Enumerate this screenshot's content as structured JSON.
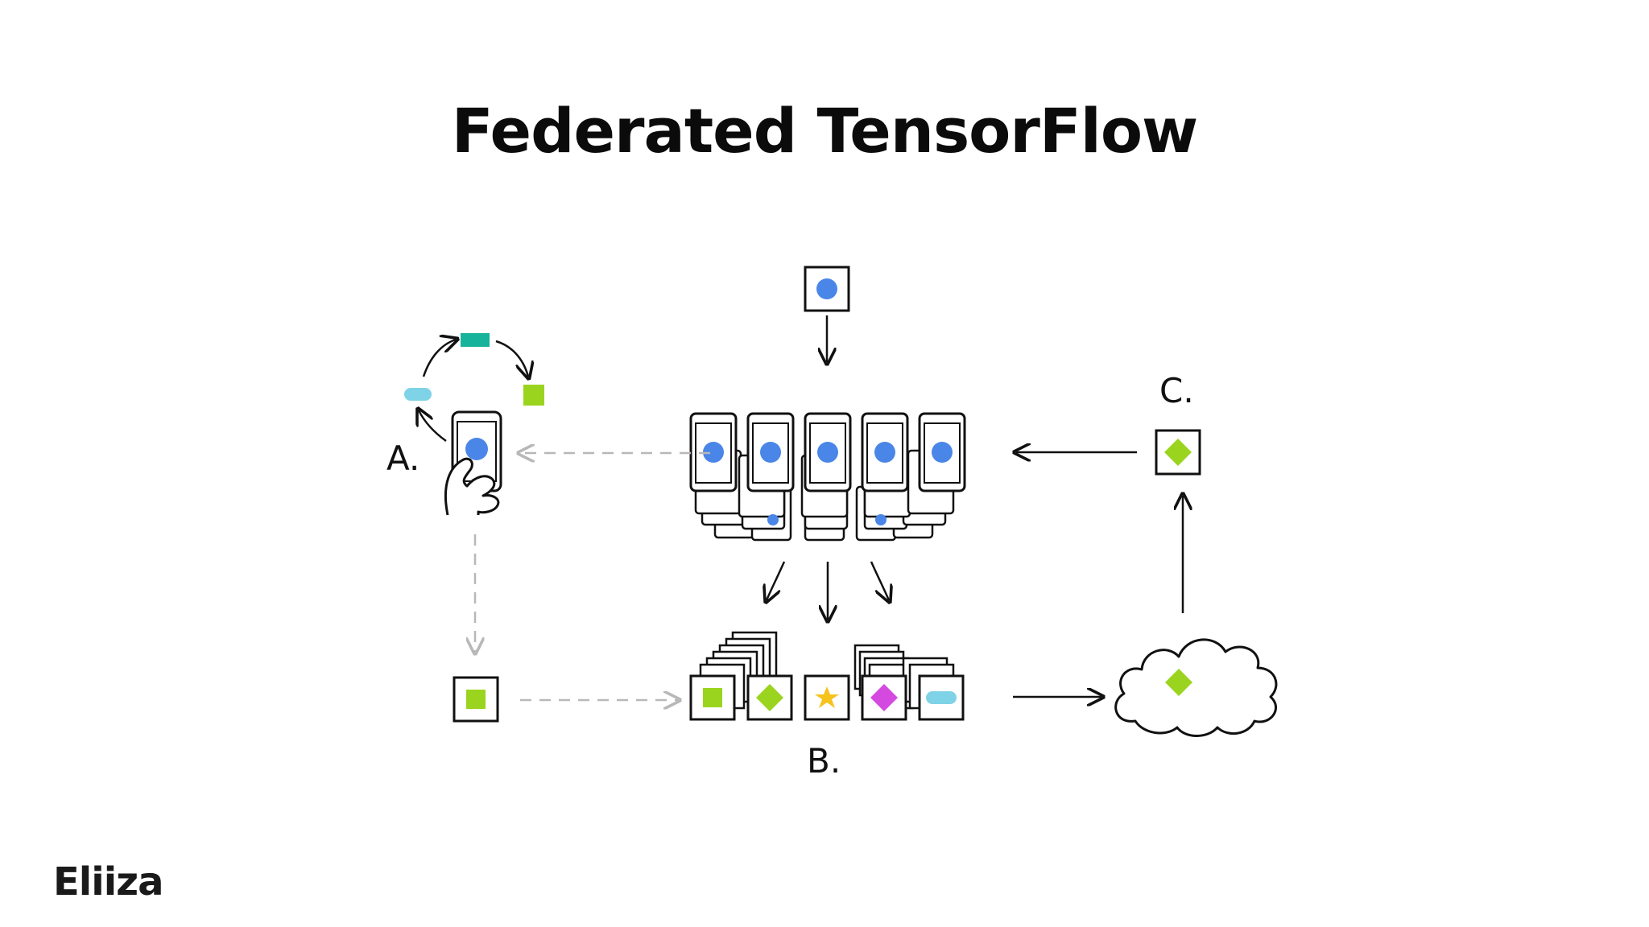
{
  "slide": {
    "title": "Federated TensorFlow",
    "logo": "Eliiza"
  },
  "diagram": {
    "labels": {
      "a": "A.",
      "b": "B.",
      "c": "C."
    },
    "colors": {
      "blue": "#4a86e8",
      "green": "#9bd41f",
      "teal": "#17b39a",
      "cyan": "#7fd3e6",
      "magenta": "#d44ae0",
      "yellow": "#f6c21c",
      "ink": "#111111",
      "dashed": "#b8b8b8"
    },
    "icons": [
      "global-model-card-icon",
      "phone-fleet-icon",
      "hand-phone-icon",
      "local-update-cycle-icon",
      "update-cards-icon",
      "cloud-aggregator-icon",
      "improved-model-card-icon"
    ]
  }
}
